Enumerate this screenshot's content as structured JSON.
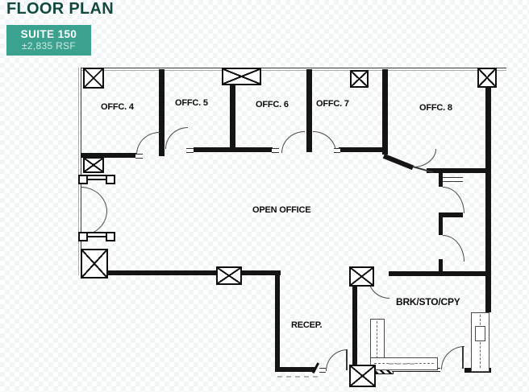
{
  "header": {
    "title": "FLOOR PLAN"
  },
  "suite_badge": {
    "name": "SUITE 150",
    "area": "±2,835 RSF"
  },
  "floorplan": {
    "rooms": {
      "offc4": "OFFC. 4",
      "offc5": "OFFC. 5",
      "offc6": "OFFC. 6",
      "offc7": "OFFC. 7",
      "offc8": "OFFC. 8",
      "open_office": "OPEN OFFICE",
      "recep": "RECEP.",
      "brk": "BRK/STO/CPY"
    }
  },
  "colors": {
    "title_text": "#11493f",
    "badge_background": "#3aa28e",
    "badge_suite_text": "#ffffff",
    "badge_area_text": "#cfe9e2",
    "wall": "#141414",
    "background_pattern": "#f1f5f6"
  }
}
